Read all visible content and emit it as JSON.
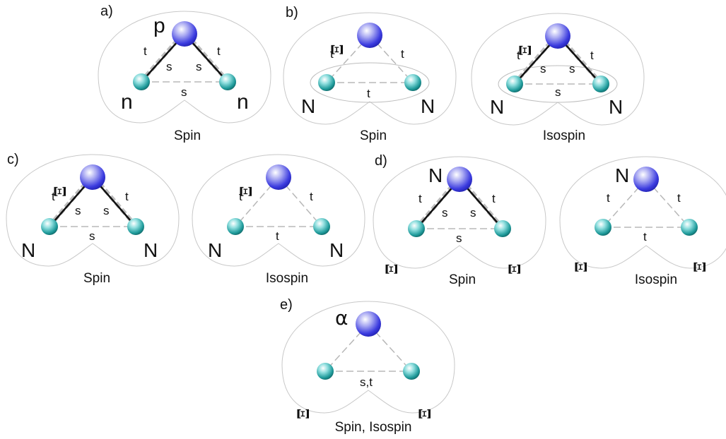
{
  "panels": {
    "a": {
      "label": "a)",
      "core": "p",
      "left": "n",
      "right": "n",
      "left_bond_outer": "t",
      "right_bond_outer": "t",
      "left_bond_inner": "s",
      "right_bond_inner": "s",
      "base_bond": "s",
      "caption": "Spin"
    },
    "b_spin": {
      "label": "b)",
      "core": "Ξ",
      "left": "N",
      "right": "N",
      "left_bond": "t",
      "right_bond": "t",
      "base_bond": "t",
      "caption": "Spin"
    },
    "b_isospin": {
      "core": "Ξ",
      "left": "N",
      "right": "N",
      "left_bond_outer": "t",
      "right_bond_outer": "t",
      "left_bond_inner": "s",
      "right_bond_inner": "s",
      "base_bond": "s",
      "caption": "Isospin"
    },
    "c_spin": {
      "label": "c)",
      "core": "Ξ",
      "left": "N",
      "right": "N",
      "left_bond_outer": "t",
      "right_bond_outer": "t",
      "left_bond_inner": "s",
      "right_bond_inner": "s",
      "base_bond": "s",
      "caption": "Spin"
    },
    "c_isospin": {
      "core": "Ξ",
      "left": "N",
      "right": "N",
      "left_bond": "t",
      "right_bond": "t",
      "base_bond": "t",
      "caption": "Isospin"
    },
    "d_spin": {
      "label": "d)",
      "core": "N",
      "left": "Ξ",
      "right": "Ξ",
      "left_bond_outer": "t",
      "right_bond_outer": "t",
      "left_bond_inner": "s",
      "right_bond_inner": "s",
      "base_bond": "s",
      "caption": "Spin"
    },
    "d_isospin": {
      "core": "N",
      "left": "Ξ",
      "right": "Ξ",
      "left_bond": "t",
      "right_bond": "t",
      "base_bond": "t",
      "caption": "Isospin"
    },
    "e": {
      "label": "e)",
      "core": "α",
      "left": "Ξ",
      "right": "Ξ",
      "base_bond": "s,t",
      "caption": "Spin, Isospin"
    }
  },
  "colors": {
    "core_sphere": "#2e2ed6",
    "outer_sphere": "#1f9b9b",
    "solid_bond": "#111111",
    "dashed_bond": "#b8b8b8",
    "outline": "#c8c8c8"
  }
}
